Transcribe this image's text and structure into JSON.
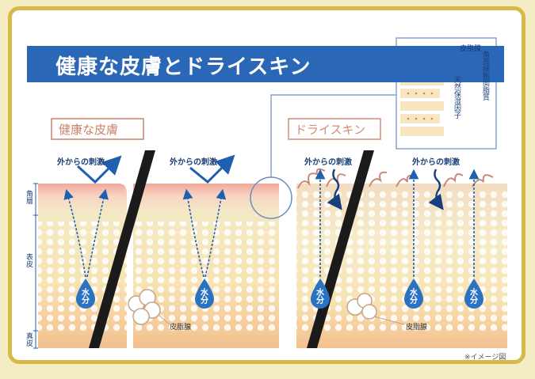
{
  "title": "健康な皮膚とドライスキン",
  "healthy_label": "健康な皮膚",
  "dry_label": "ドライスキン",
  "stimulus_label": "外からの刺激",
  "water_drop_label": [
    "水",
    "分"
  ],
  "layers": {
    "stratum_corneum": "角層",
    "epidermis": "表皮",
    "dermis": "真皮"
  },
  "sebaceous_gland": "皮脂腺",
  "inset": {
    "sebum_membrane": "皮脂膜",
    "intercellular_lipid": "角質細胞間脂質",
    "nmf": "天然保湿因子"
  },
  "image_note": "※イメージ図",
  "colors": {
    "title_bg": "#2a67b6",
    "healthy_border": "#c9826a",
    "dry_border": "#d58b74",
    "arrow": "#1f5fb0",
    "skin_top": "#f3b3a0",
    "skin_mid": "#f6e6b8",
    "skin_bottom": "#f3c49a",
    "frame": "#d9b84a"
  }
}
